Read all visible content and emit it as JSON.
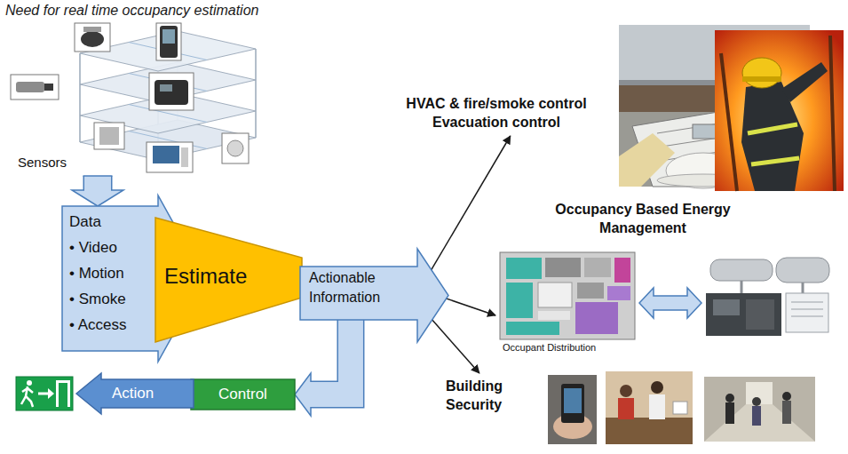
{
  "diagram": {
    "title": "Need for real time occupancy estimation",
    "nodes": [
      {
        "text": [
          "Sensors"
        ]
      },
      {
        "text": [
          "Data",
          "• Video",
          "• Motion",
          "• Smoke",
          "• Access"
        ]
      },
      {
        "text": [
          "Estimate"
        ]
      },
      {
        "text": [
          "Actionable Information"
        ]
      },
      {
        "text": [
          "HVAC & fire/smoke control Evacuation control"
        ]
      },
      {
        "text": [
          "Occupancy Based Energy Management",
          "Occupant Distribution"
        ]
      },
      {
        "text": [
          "Building Security"
        ]
      },
      {
        "text": [
          "Control"
        ]
      },
      {
        "text": [
          "Action"
        ]
      }
    ],
    "edges": [
      {
        "from": 0,
        "to": 1,
        "arrow": "to"
      },
      {
        "from": 3,
        "to": 4,
        "arrow": "to"
      },
      {
        "from": 3,
        "to": 5,
        "arrow": "to"
      },
      {
        "from": 3,
        "to": 6,
        "arrow": "to"
      },
      {
        "from": 3,
        "to": 7,
        "arrow": "to"
      }
    ]
  }
}
